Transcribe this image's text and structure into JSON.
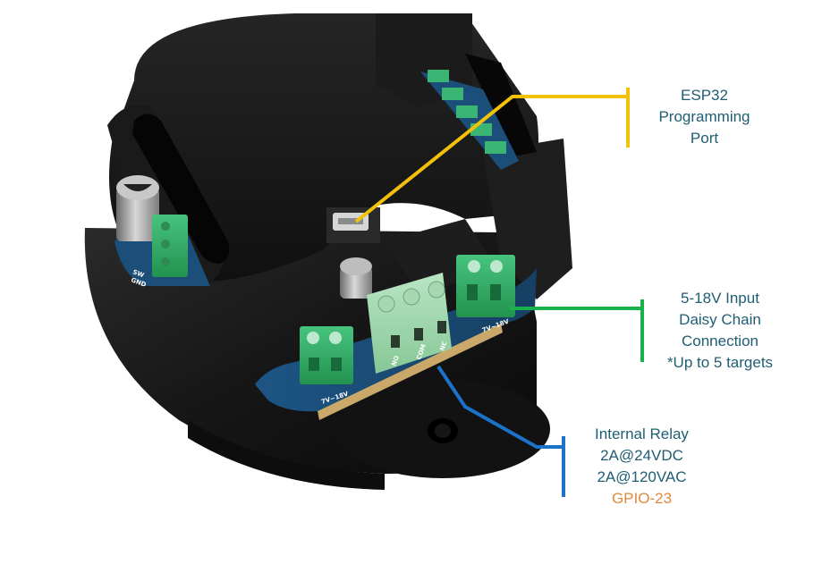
{
  "callouts": {
    "programming_port": {
      "lines": [
        "ESP32",
        "Programming",
        "Port"
      ],
      "color": "#f2c10a"
    },
    "power_input": {
      "lines": [
        "5-18V Input",
        "Daisy Chain",
        "Connection",
        "*Up to 5 targets"
      ],
      "color": "#17b24a"
    },
    "relay": {
      "lines": [
        "Internal Relay",
        "2A@24VDC",
        "2A@120VAC"
      ],
      "gpio": "GPIO-23",
      "gpio_color": "#e0893c",
      "color": "#1a73c9"
    }
  },
  "board_markings": {
    "terminal_left": "7V~18V",
    "terminal_right": "7V~18V",
    "relay_no": "NO",
    "relay_com": "COM",
    "relay_nc": "NC",
    "sw_gnd_top": "SW",
    "sw_gnd_bottom": "GND"
  },
  "colors": {
    "housing": "#151515",
    "pcb": "#1c4f7a",
    "terminal_green": "#36b36f",
    "relay_terminal": "#9bd3a8"
  }
}
